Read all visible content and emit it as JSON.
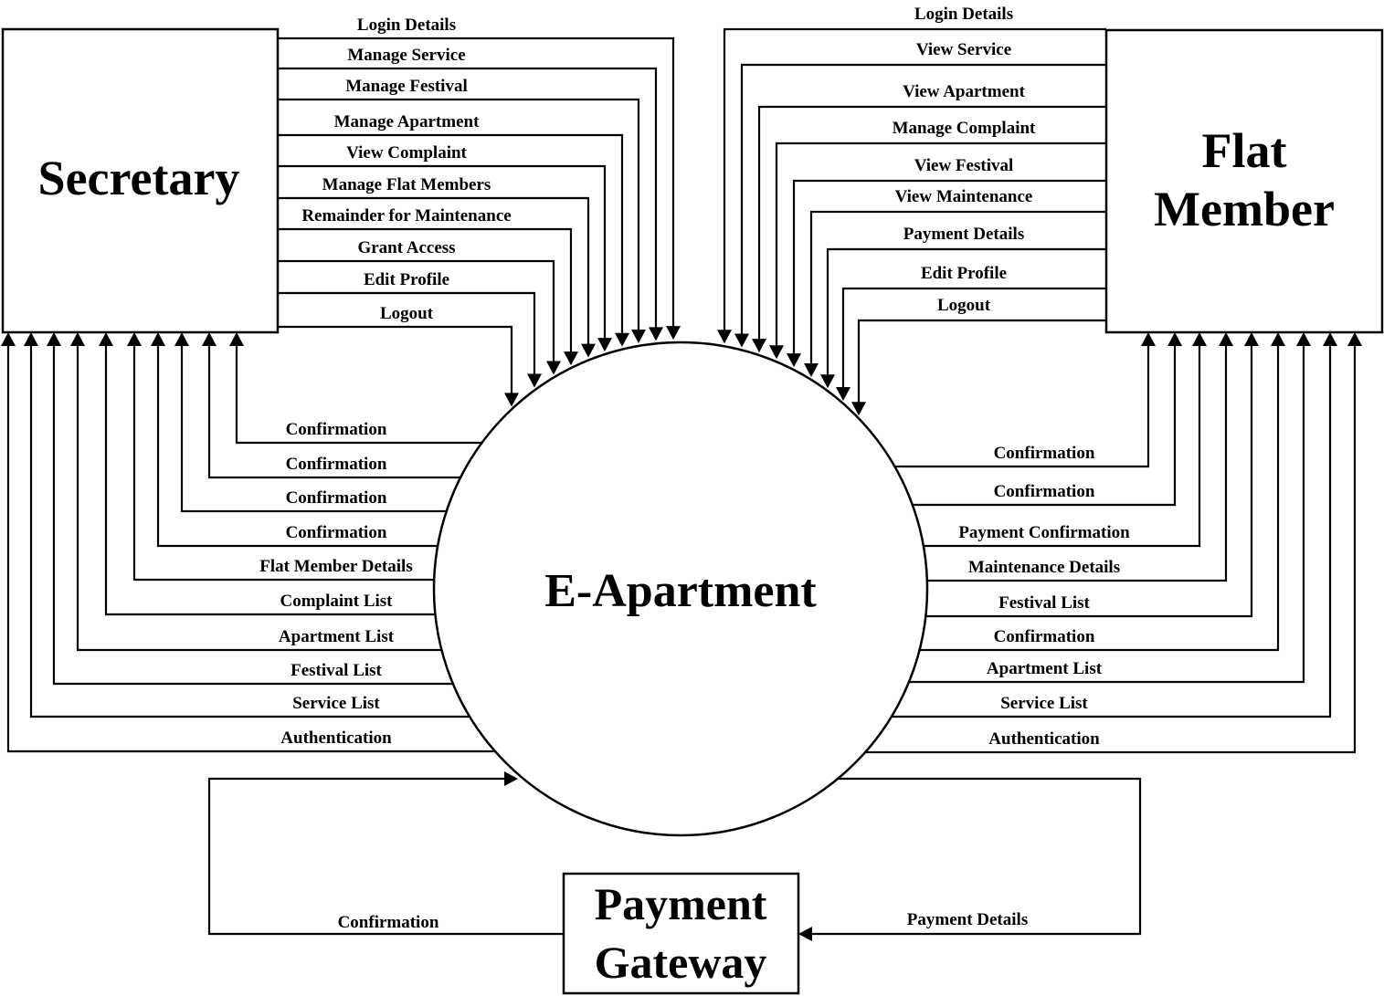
{
  "entities": {
    "secretary": "Secretary",
    "flat_member": [
      "Flat",
      "Member"
    ],
    "process": "E-Apartment",
    "gateway": [
      "Payment",
      "Gateway"
    ]
  },
  "secretary_inputs": [
    "Login Details",
    "Manage Service",
    "Manage Festival",
    "Manage Apartment",
    "View Complaint",
    "Manage Flat Members",
    "Remainder for Maintenance",
    "Grant Access",
    "Edit Profile",
    "Logout"
  ],
  "secretary_outputs": [
    "Confirmation",
    "Confirmation",
    "Confirmation",
    "Confirmation",
    "Flat Member Details",
    "Complaint List",
    "Apartment List",
    "Festival List",
    "Service List",
    "Authentication"
  ],
  "member_inputs": [
    "Login Details",
    "View Service",
    "View Apartment",
    "Manage Complaint",
    "View Festival",
    "View Maintenance",
    "Payment Details",
    "Edit Profile",
    "Logout"
  ],
  "member_outputs": [
    "Confirmation",
    "Confirmation",
    "Payment Confirmation",
    "Maintenance Details",
    "Festival List",
    "Confirmation",
    "Apartment List",
    "Service List",
    "Authentication"
  ],
  "gateway_flows": {
    "to_gateway": "Payment Details",
    "from_gateway": "Confirmation"
  }
}
